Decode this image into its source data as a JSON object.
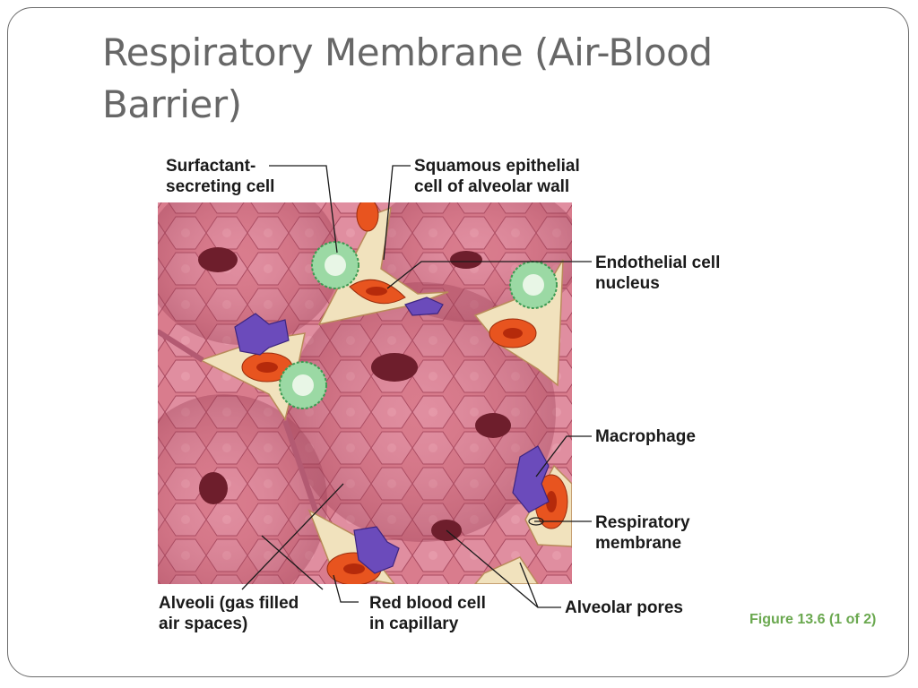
{
  "slide": {
    "title_line1": "Respiratory Membrane (Air-Blood",
    "title_line2": "Barrier)",
    "caption": "Figure 13.6 (1 of 2)"
  },
  "labels": {
    "surfactant_1": "Surfactant-",
    "surfactant_2": "secreting cell",
    "squamous_1": "Squamous epithelial",
    "squamous_2": "cell of alveolar wall",
    "endothelial_1": "Endothelial cell",
    "endothelial_2": "nucleus",
    "macrophage": "Macrophage",
    "respiratory_1": "Respiratory",
    "respiratory_2": "membrane",
    "alveoli_1": "Alveoli (gas filled",
    "alveoli_2": "air spaces)",
    "rbc_1": "Red blood cell",
    "rbc_2": "in capillary",
    "pores": "Alveolar pores"
  },
  "colors": {
    "tissue": "#d9788a",
    "tissue_dark": "#b85468",
    "cell_lines": "#a14258",
    "wall": "#f3e6c4",
    "rbc": "#e8501e",
    "rbc_inner": "#c2300e",
    "macrophage": "#6a4ab8",
    "surfactant": "#8fd39a",
    "pore": "#6e1e2c",
    "caption": "#6aa84f"
  }
}
